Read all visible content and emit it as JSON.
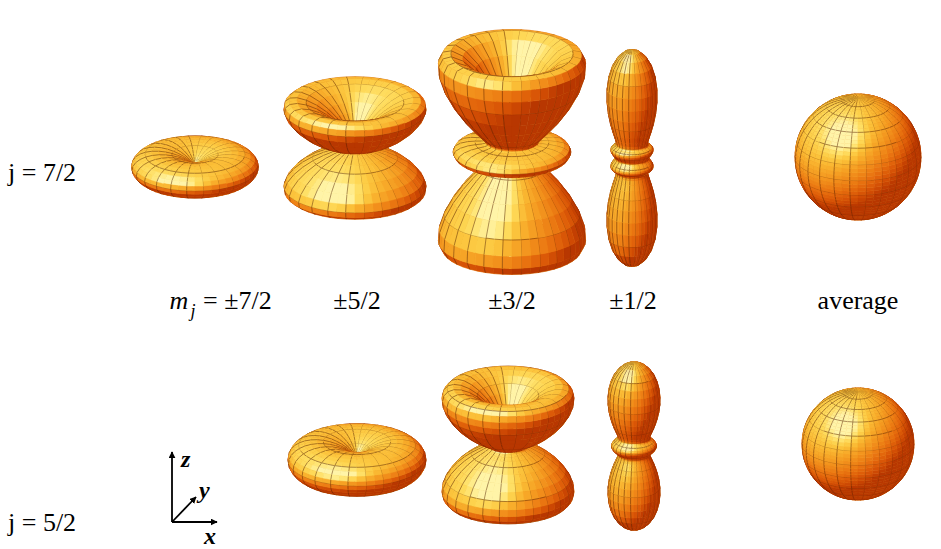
{
  "diagram": {
    "labels": [
      "j = 7/2",
      "m",
      "j",
      "= ±7/2",
      "±5/2",
      "±3/2",
      "±1/2",
      "average",
      "z",
      "j = 5/2",
      "y",
      "x"
    ]
  }
}
